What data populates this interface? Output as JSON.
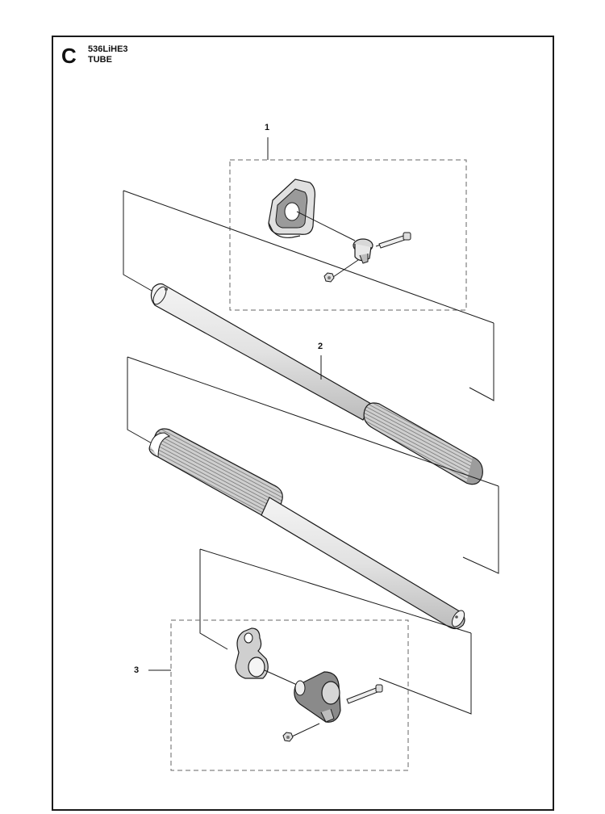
{
  "header": {
    "section_letter": "C",
    "model": "536LiHE3",
    "subtitle": "TUBE"
  },
  "callouts": [
    {
      "label": "1"
    },
    {
      "label": "2"
    },
    {
      "label": "3"
    }
  ],
  "colors": {
    "line": "#1a1a1a",
    "part_fill": "#d9d9d9",
    "part_dark": "#555555",
    "dash": "#666666"
  }
}
